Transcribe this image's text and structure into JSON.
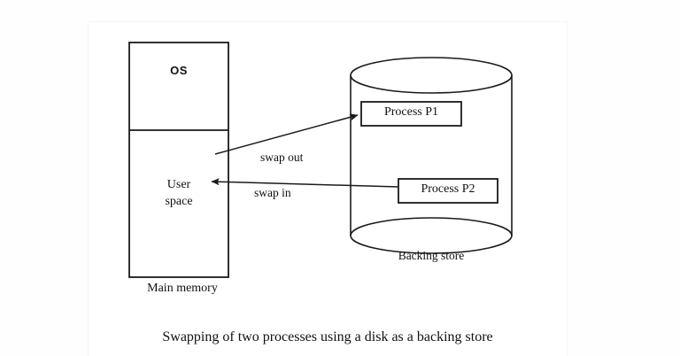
{
  "figure": {
    "caption": "Swapping of two processes using a disk as a backing store"
  },
  "main_memory": {
    "name": "Main memory",
    "caption": "Main memory",
    "segments": [
      {
        "label": "OS"
      },
      {
        "label": "User\nspace",
        "line1": "User",
        "line2": "space"
      }
    ]
  },
  "backing_store": {
    "caption": "Backing store",
    "processes": [
      {
        "label": "Process P1"
      },
      {
        "label": "Process P2"
      }
    ]
  },
  "arrows": [
    {
      "label": "swap out",
      "direction": "memory-to-disk"
    },
    {
      "label": "swap in",
      "direction": "disk-to-memory"
    }
  ],
  "colors": {
    "stroke": "#1a1a1a",
    "page": "#ffffff",
    "background": "#fefefe",
    "text": "#111111"
  }
}
